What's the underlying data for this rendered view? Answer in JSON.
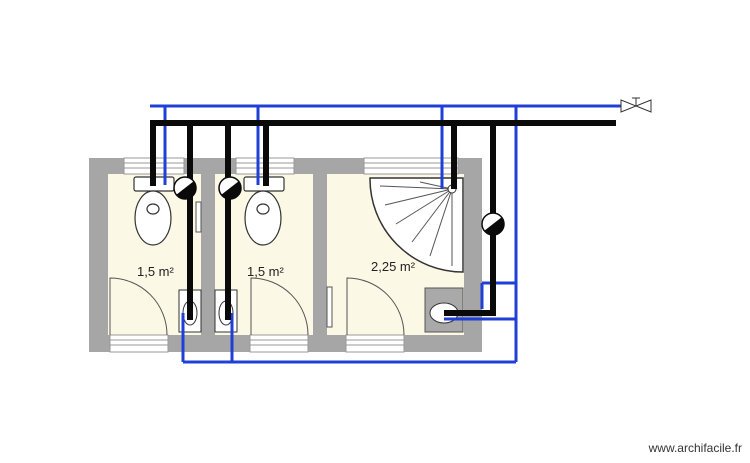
{
  "rooms": [
    {
      "id": "wc-left",
      "area": "1,5 m²"
    },
    {
      "id": "wc-middle",
      "area": "1,5 m²"
    },
    {
      "id": "shower-room",
      "area": "2,25 m²"
    }
  ],
  "watermark": "www.archifacile.fr",
  "colors": {
    "wall": "#a6a6a6",
    "floor": "#fbf8e6",
    "cold_water_pipe": "#1f3fd6",
    "drain_pipe": "#0a0a0a",
    "fixture_fill": "#ffffff",
    "sink_fill": "#a9a9a9"
  },
  "icons": [
    "toilet-icon",
    "shower-icon",
    "sink-icon",
    "valve-icon",
    "door-swing-icon",
    "towel-rail-icon",
    "drain-connection-icon"
  ]
}
